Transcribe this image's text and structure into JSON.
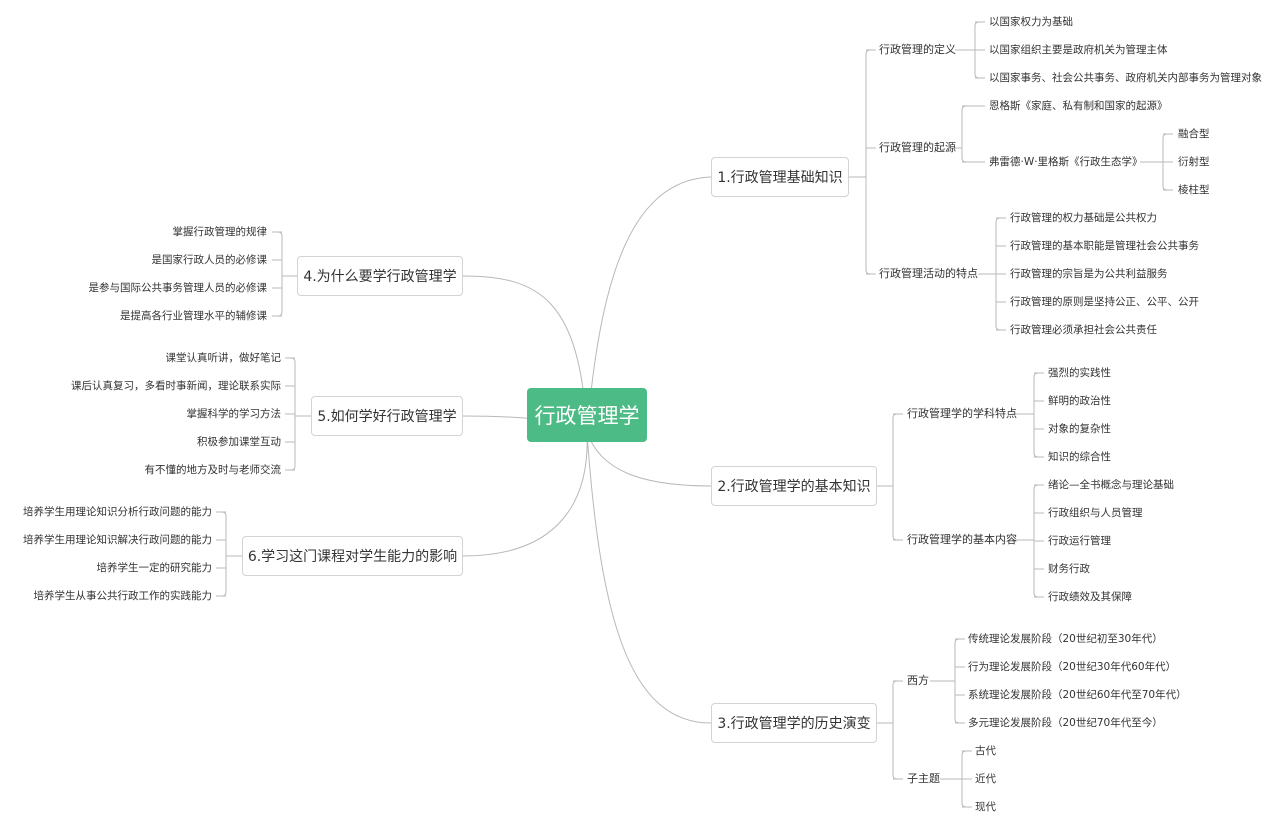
{
  "root": "行政管理学",
  "b1": {
    "title": "1.行政管理基础知识",
    "s1": {
      "label": "行政管理的定义",
      "items": [
        "以国家权力为基础",
        "以国家组织主要是政府机关为管理主体",
        "以国家事务、社会公共事务、政府机关内部事务为管理对象"
      ]
    },
    "s2": {
      "label": "行政管理的起源",
      "item1": "恩格斯《家庭、私有制和国家的起源》",
      "item2": "弗雷德·W·里格斯《行政生态学》",
      "sub": [
        "融合型",
        "衍射型",
        "棱柱型"
      ]
    },
    "s3": {
      "label": "行政管理活动的特点",
      "items": [
        "行政管理的权力基础是公共权力",
        "行政管理的基本职能是管理社会公共事务",
        "行政管理的宗旨是为公共利益服务",
        "行政管理的原则是坚持公正、公平、公开",
        "行政管理必须承担社会公共责任"
      ]
    }
  },
  "b2": {
    "title": "2.行政管理学的基本知识",
    "s1": {
      "label": "行政管理学的学科特点",
      "items": [
        "强烈的实践性",
        "鲜明的政治性",
        "对象的复杂性",
        "知识的综合性"
      ]
    },
    "s2": {
      "label": "行政管理学的基本内容",
      "items": [
        "绪论—全书概念与理论基础",
        "行政组织与人员管理",
        "行政运行管理",
        "财务行政",
        "行政绩效及其保障"
      ]
    }
  },
  "b3": {
    "title": "3.行政管理学的历史演变",
    "s1": {
      "label": "西方",
      "items": [
        "传统理论发展阶段（20世纪初至30年代）",
        "行为理论发展阶段（20世纪30年代60年代）",
        "系统理论发展阶段（20世纪60年代至70年代）",
        "多元理论发展阶段（20世纪70年代至今）"
      ]
    },
    "s2": {
      "label": "子主题",
      "items": [
        "古代",
        "近代",
        "现代"
      ]
    }
  },
  "b4": {
    "title": "4.为什么要学行政管理学",
    "items": [
      "掌握行政管理的规律",
      "是国家行政人员的必修课",
      "是参与国际公共事务管理人员的必修课",
      "是提高各行业管理水平的辅修课"
    ]
  },
  "b5": {
    "title": "5.如何学好行政管理学",
    "items": [
      "课堂认真听讲，做好笔记",
      "课后认真复习，多看时事新闻，理论联系实际",
      "掌握科学的学习方法",
      "积极参加课堂互动",
      "有不懂的地方及时与老师交流"
    ]
  },
  "b6": {
    "title": "6.学习这门课程对学生能力的影响",
    "items": [
      "培养学生用理论知识分析行政问题的能力",
      "培养学生用理论知识解决行政问题的能力",
      "培养学生一定的研究能力",
      "培养学生从事公共行政工作的实践能力"
    ]
  },
  "colors": {
    "root_fill": "#4dbb85",
    "line": "#b8b8b8",
    "border": "#d3d3d3"
  }
}
